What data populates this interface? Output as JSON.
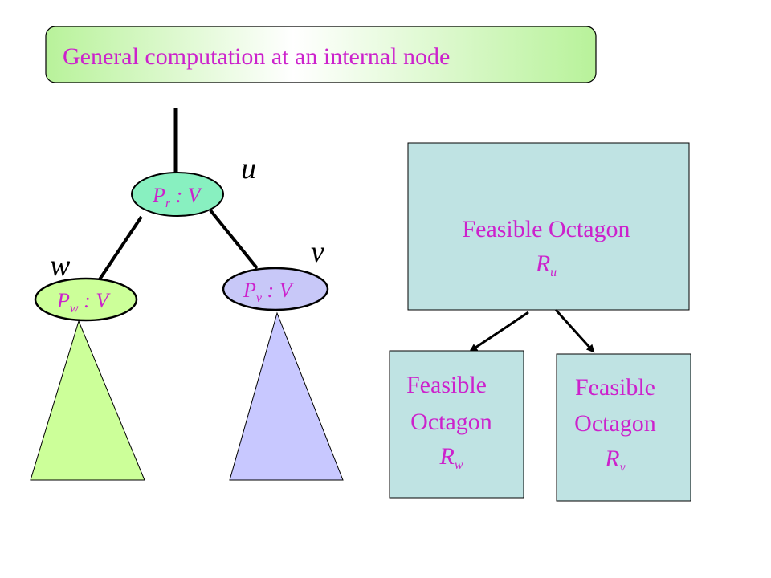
{
  "title": "General computation at an internal node",
  "colors": {
    "title_gradient_left": "#b8f29a",
    "title_gradient_mid": "#ffffff",
    "title_gradient_right": "#b8f29a",
    "text_magenta": "#cc22cc",
    "node_green": "#88f0c0",
    "node_left": "#ccff99",
    "node_right": "#c8c8f8",
    "triangle_left": "#ccff99",
    "triangle_right": "#c8c8ff",
    "box_fill": "#bfe3e3"
  },
  "tree": {
    "nodes": [
      {
        "id": "u",
        "label": "u",
        "content_main": "P",
        "content_sub": "r",
        "content_rest": " : V"
      },
      {
        "id": "w",
        "label": "w",
        "content_main": "P",
        "content_sub": "w",
        "content_rest": " : V"
      },
      {
        "id": "v",
        "label": "v",
        "content_main": "P",
        "content_sub": "v",
        "content_rest": " : V"
      }
    ]
  },
  "boxes": {
    "top": {
      "line1": "Feasible Octagon",
      "var": "R",
      "sub": "u"
    },
    "left": {
      "line1": "Feasible",
      "line2": "Octagon",
      "var": "R",
      "sub": "w"
    },
    "right": {
      "line1": "Feasible",
      "line2": "Octagon",
      "var": "R",
      "sub": "v"
    }
  }
}
